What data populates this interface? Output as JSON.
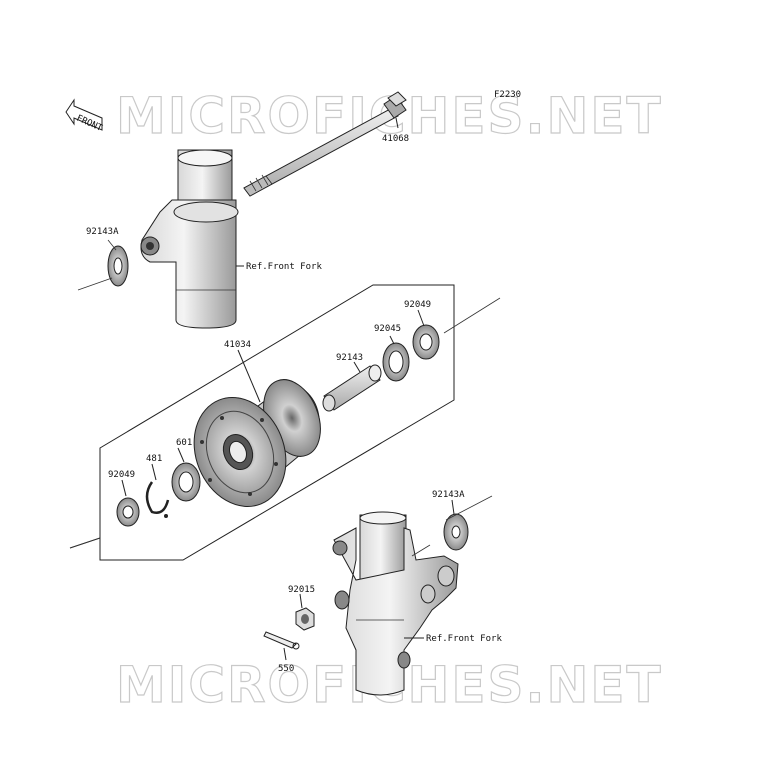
{
  "figure_code": "F2230",
  "watermark_top": "MICROFICHES.NET",
  "watermark_bottom": "MICROFICHES.NET",
  "front_indicator": "FRONT",
  "parts": {
    "axle": "41068",
    "collar_left": "92143A",
    "hub": "41034",
    "seal_right": "92049",
    "bearing_right": "92045",
    "spacer": "92143",
    "bearing_left": "601",
    "circlip": "481",
    "seal_left": "92049",
    "collar_right": "92143A",
    "nut": "92015",
    "cotter_pin": "550"
  },
  "references": {
    "fork_upper": "Ref.Front Fork",
    "fork_lower": "Ref.Front Fork"
  }
}
